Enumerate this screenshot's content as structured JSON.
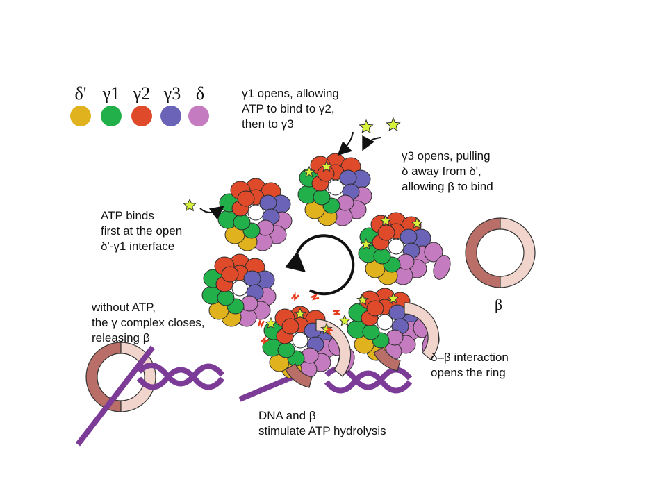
{
  "legend": [
    {
      "symbol": "δ'",
      "color": "#dfb21e"
    },
    {
      "symbol": "γ1",
      "color": "#22b04a"
    },
    {
      "symbol": "γ2",
      "color": "#df4a2a"
    },
    {
      "symbol": "γ3",
      "color": "#6b63b8"
    },
    {
      "symbol": "δ",
      "color": "#c47bbf"
    }
  ],
  "colors": {
    "atp_star": "#d8f23a",
    "beta_dark": "#b96f68",
    "beta_light": "#f1d5cc",
    "dna": "#7b3b96",
    "spark": "#e33b1b"
  },
  "labels": {
    "gamma1_opens": "γ1 opens, allowing\nATP to bind to γ2,\nthen to γ3",
    "gamma3_opens": "γ3 opens, pulling\nδ away from δ',\nallowing β to bind",
    "atp_binds_first": "ATP binds\nfirst at the open\nδ'-γ1 interface",
    "without_atp": "without ATP,\nthe γ complex closes,\nreleasing β",
    "delta_beta": "δ–β interaction\nopens the ring",
    "dna_beta": "DNA and β\nstimulate ATP hydrolysis",
    "beta": "β"
  }
}
